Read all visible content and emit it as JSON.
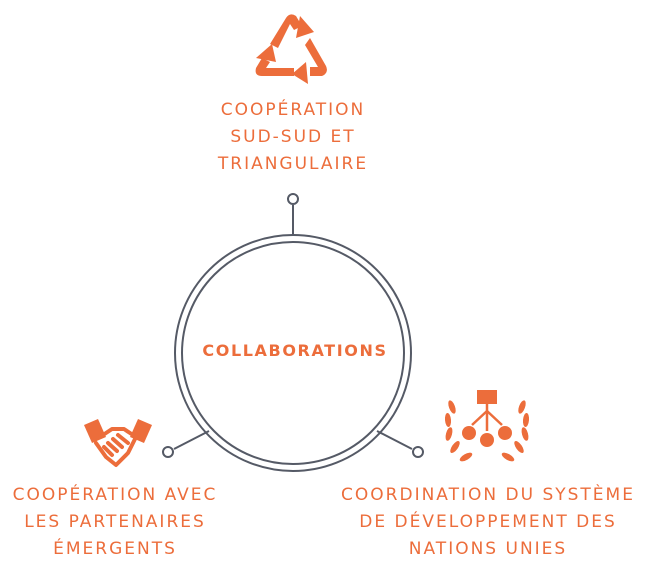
{
  "colors": {
    "accent": "#ec6d3b",
    "ring": "#555a66"
  },
  "center": {
    "label": "COLLABORATIONS"
  },
  "nodes": [
    {
      "id": "south-south",
      "icon": "recycle-triangle-icon",
      "lines": [
        "COOPÉRATION",
        "SUD-SUD ET",
        "TRIANGULAIRE"
      ]
    },
    {
      "id": "emerging-partners",
      "icon": "handshake-icon",
      "lines": [
        "COOPÉRATION AVEC",
        "LES PARTENAIRES",
        "ÉMERGENTS"
      ]
    },
    {
      "id": "un-system",
      "icon": "un-emblem-icon",
      "lines": [
        "COORDINATION DU SYSTÈME",
        "DE DÉVELOPPEMENT DES",
        "NATIONS UNIES"
      ]
    }
  ]
}
